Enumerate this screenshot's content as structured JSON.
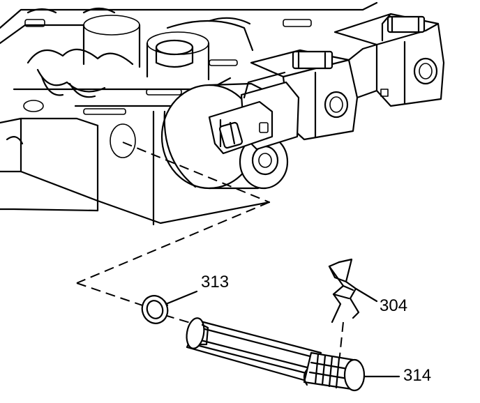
{
  "callouts": [
    {
      "id": "313",
      "label": "313"
    },
    {
      "id": "304",
      "label": "304"
    },
    {
      "id": "314",
      "label": "314"
    }
  ]
}
